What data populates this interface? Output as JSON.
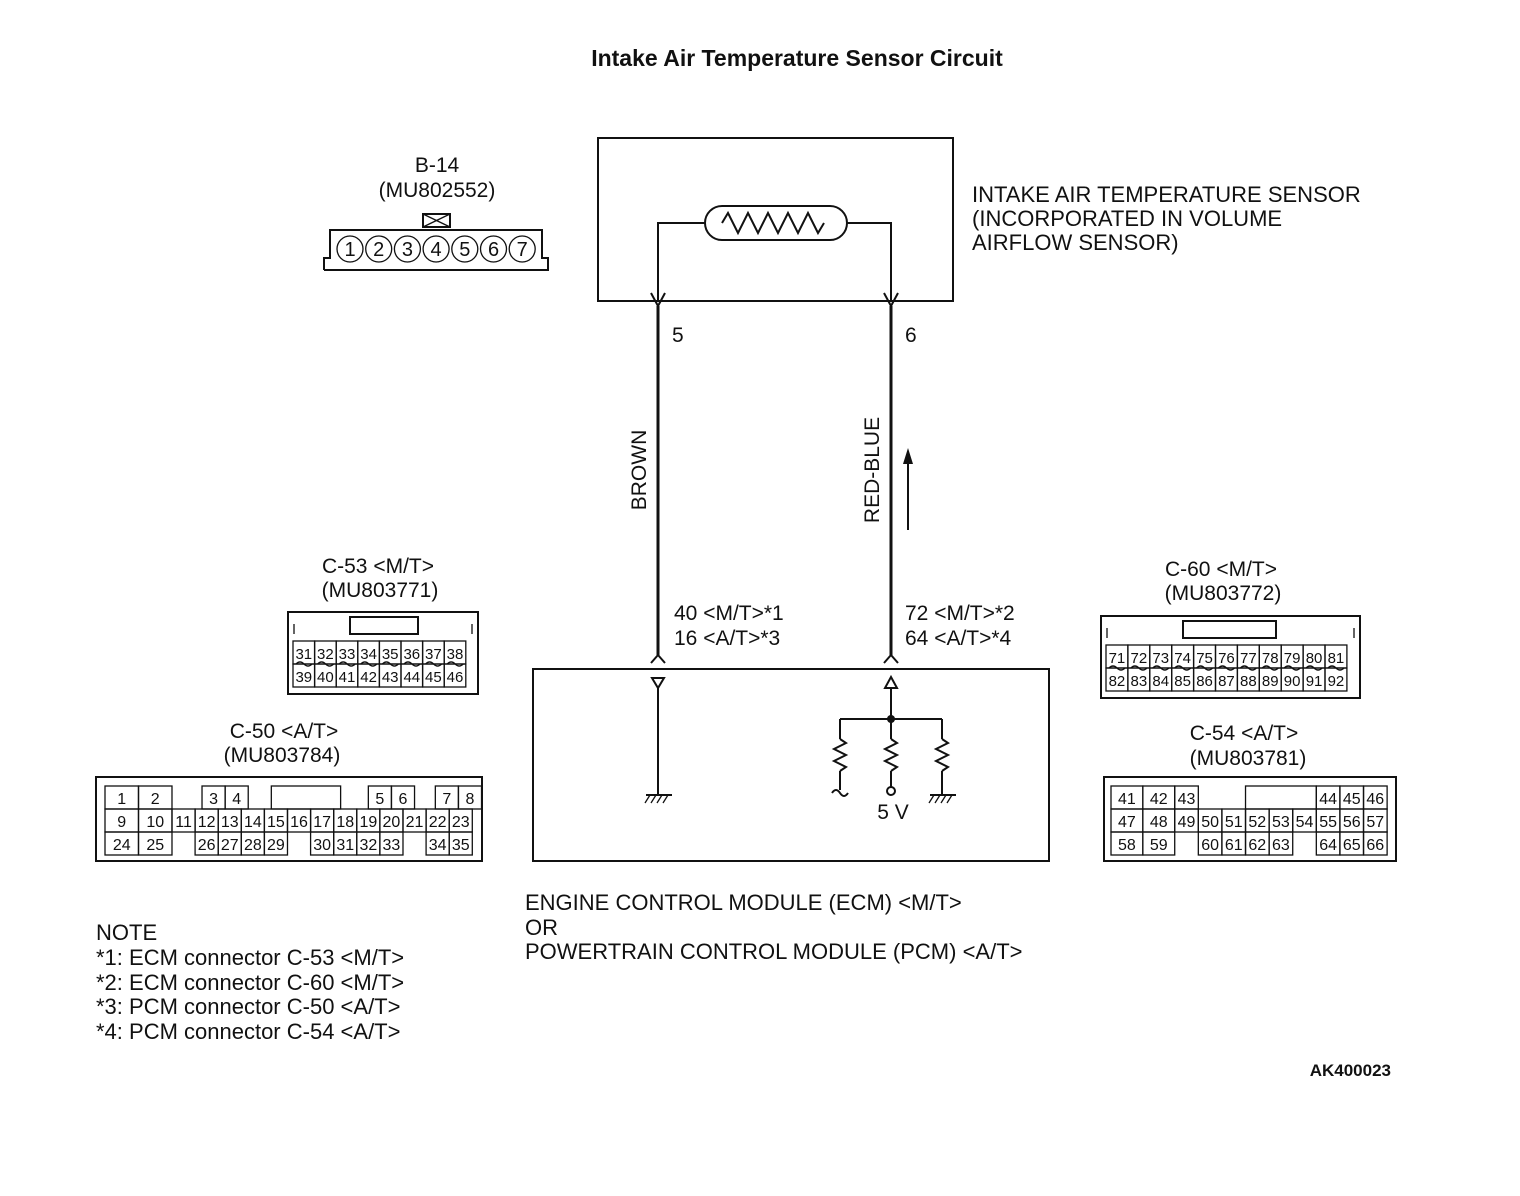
{
  "title": "Intake Air Temperature Sensor Circuit",
  "sensor": {
    "lines": [
      "INTAKE AIR TEMPERATURE SENSOR",
      "(INCORPORATED IN VOLUME",
      "AIRFLOW SENSOR)"
    ],
    "pin_left": "5",
    "pin_right": "6"
  },
  "wires": {
    "left_color": "BROWN",
    "right_color": "RED-BLUE"
  },
  "ecm_pins": {
    "left": [
      "40 <M/T>*1",
      "16 <A/T>*3"
    ],
    "right": [
      "72 <M/T>*2",
      "64 <A/T>*4"
    ]
  },
  "voltage": "5 V",
  "module": {
    "lines": [
      "ENGINE CONTROL MODULE (ECM) <M/T>",
      "OR",
      "POWERTRAIN CONTROL MODULE (PCM) <A/T>"
    ]
  },
  "connectors": {
    "b14": {
      "name": "B-14",
      "part": "(MU802552)",
      "pins": [
        "1",
        "2",
        "3",
        "4",
        "5",
        "6",
        "7"
      ]
    },
    "c53": {
      "name": "C-53 <M/T>",
      "part": "(MU803771)",
      "rows": [
        [
          "31",
          "32",
          "33",
          "34",
          "35",
          "36",
          "37",
          "38"
        ],
        [
          "39",
          "40",
          "41",
          "42",
          "43",
          "44",
          "45",
          "46"
        ]
      ]
    },
    "c60": {
      "name": "C-60 <M/T>",
      "part": "(MU803772)",
      "rows": [
        [
          "71",
          "72",
          "73",
          "74",
          "75",
          "76",
          "77",
          "78",
          "79",
          "80",
          "81"
        ],
        [
          "82",
          "83",
          "84",
          "85",
          "86",
          "87",
          "88",
          "89",
          "90",
          "91",
          "92"
        ]
      ]
    },
    "c50": {
      "name": "C-50 <A/T>",
      "part": "(MU803784)",
      "rows": [
        [
          "1",
          "2",
          "",
          "3",
          "4",
          "",
          "",
          "",
          "",
          "",
          "",
          "",
          "5",
          "6",
          "",
          "7",
          "8"
        ],
        [
          "9",
          "10",
          "11",
          "12",
          "13",
          "14",
          "15",
          "16",
          "17",
          "18",
          "19",
          "20",
          "21",
          "22",
          "23"
        ],
        [
          "24",
          "25",
          "",
          "26",
          "27",
          "28",
          "29",
          "",
          "30",
          "31",
          "32",
          "33",
          "",
          "34",
          "35"
        ]
      ]
    },
    "c54": {
      "name": "C-54 <A/T>",
      "part": "(MU803781)",
      "rows": [
        [
          "41",
          "42",
          "43",
          "",
          "",
          "",
          "",
          "",
          "",
          "44",
          "45",
          "46"
        ],
        [
          "47",
          "48",
          "49",
          "50",
          "51",
          "52",
          "53",
          "54",
          "55",
          "56",
          "57"
        ],
        [
          "58",
          "59",
          "",
          "60",
          "61",
          "62",
          "63",
          "",
          "64",
          "65",
          "66"
        ]
      ]
    }
  },
  "note": {
    "heading": "NOTE",
    "lines": [
      "*1: ECM connector C-53 <M/T>",
      "*2: ECM connector C-60 <M/T>",
      "*3: PCM connector C-50 <A/T>",
      "*4: PCM connector C-54 <A/T>"
    ]
  },
  "figure_code": "AK400023"
}
